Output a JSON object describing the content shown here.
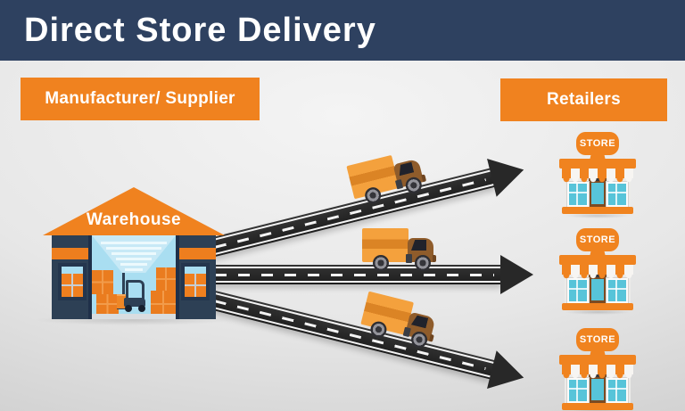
{
  "header": {
    "title": "Direct Store Delivery"
  },
  "labels": {
    "supplier": "Manufacturer/ Supplier",
    "retailers": "Retailers"
  },
  "warehouse": {
    "label": "Warehouse"
  },
  "stores": [
    {
      "sign": "STORE"
    },
    {
      "sign": "STORE"
    },
    {
      "sign": "STORE"
    }
  ],
  "colors": {
    "header_navy": "#2e4160",
    "accent_orange": "#f0821f",
    "road_asphalt": "#242424",
    "road_line_white": "#f4f4f4",
    "truck_cab_brown": "#8f5c2b",
    "truck_cargo_light": "#f4a13d",
    "truck_cargo_dark": "#db8425",
    "window_teal": "#57c4d9",
    "warehouse_navy": "#2d4055",
    "warehouse_interior_blue": "#a9def1",
    "background_gray": "#d9d9d9"
  }
}
